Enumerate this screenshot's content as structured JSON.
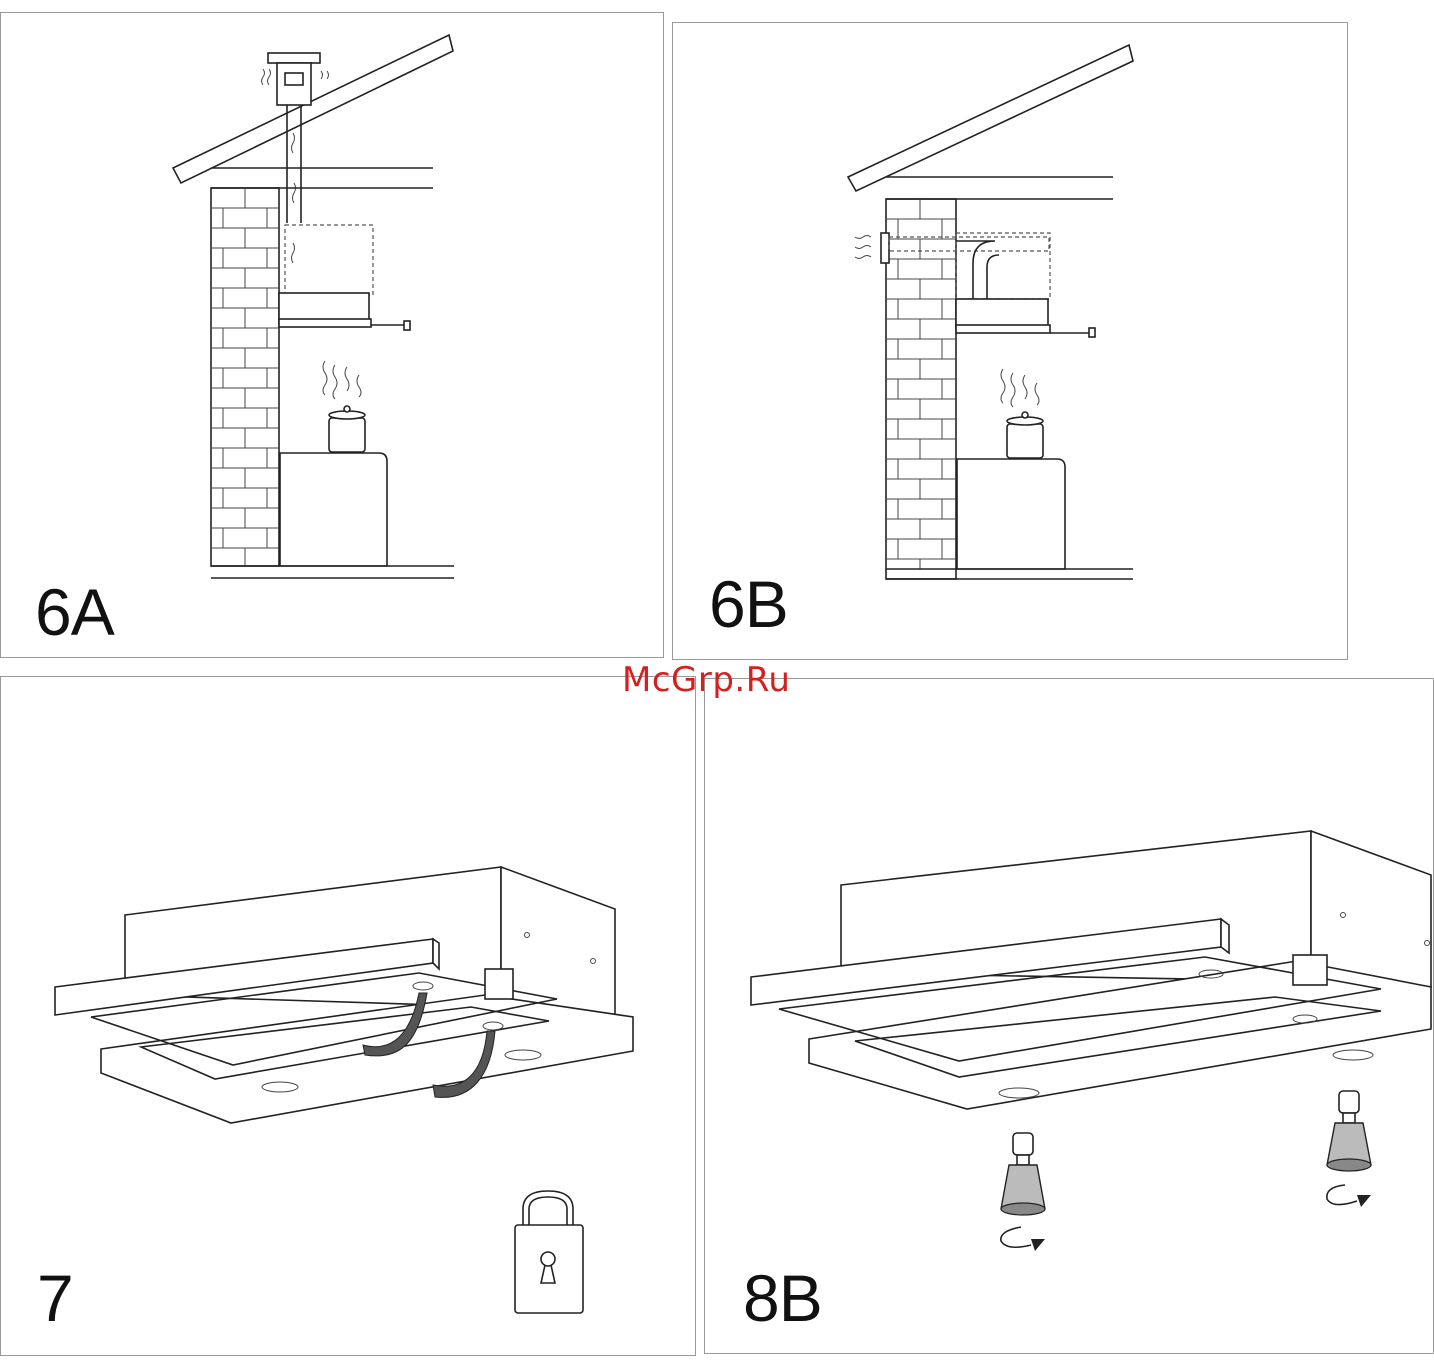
{
  "panels": [
    {
      "id": "6A",
      "label": "6A"
    },
    {
      "id": "6B",
      "label": "6B"
    },
    {
      "id": "7",
      "label": "7"
    },
    {
      "id": "8B",
      "label": "8B"
    }
  ],
  "watermark": "McGrp.Ru",
  "icons": [
    "padlock-icon",
    "rotate-arrow-icon",
    "halogen-bulb-icon"
  ]
}
